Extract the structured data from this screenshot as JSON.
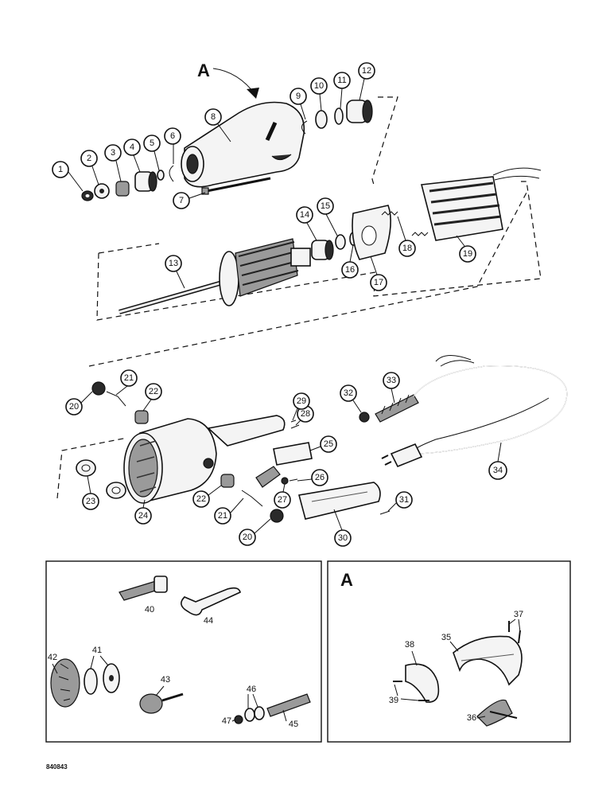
{
  "view_letter": "A",
  "inset_letter": "A",
  "drawing_code": "840843",
  "callouts": {
    "c1": "1",
    "c2": "2",
    "c3": "3",
    "c4": "4",
    "c5": "5",
    "c6": "6",
    "c7": "7",
    "c8": "8",
    "c9": "9",
    "c10": "10",
    "c11": "11",
    "c12": "12",
    "c13": "13",
    "c14": "14",
    "c15": "15",
    "c16": "16",
    "c17": "17",
    "c18": "18",
    "c19": "19",
    "c20a": "20",
    "c21a": "21",
    "c22a": "22",
    "c23": "23",
    "c24": "24",
    "c22b": "22",
    "c21b": "21",
    "c20b": "20",
    "c25": "25",
    "c26": "26",
    "c27": "27",
    "c28": "28",
    "c29": "29",
    "c30": "30",
    "c31": "31",
    "c32": "32",
    "c33": "33",
    "c34": "34"
  },
  "inset_labels": {
    "l40": "40",
    "l41": "41",
    "l42": "42",
    "l43": "43",
    "l44": "44",
    "l45": "45",
    "l46": "46",
    "l47": "47",
    "l35": "35",
    "l36": "36",
    "l37": "37",
    "l38": "38",
    "l39": "39"
  }
}
